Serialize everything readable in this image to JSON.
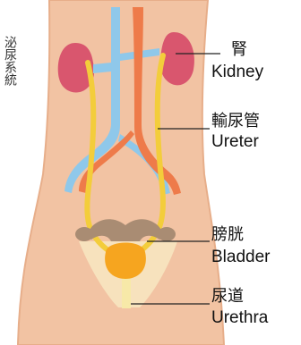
{
  "labels": {
    "kidney": {
      "zh": "腎",
      "en": "Kidney"
    },
    "ureter": {
      "zh": "輸尿管",
      "en": "Ureter"
    },
    "bladder": {
      "zh": "膀胱",
      "en": "Bladder"
    },
    "urethra": {
      "zh": "尿道",
      "en": "Urethra"
    }
  },
  "side_text": "泌尿系統",
  "colors": {
    "skin": "#f2c3a3",
    "skin_outline": "#e7ae8a",
    "kidney": "#d9566e",
    "vein": "#8fc8ea",
    "artery": "#ee7b4a",
    "ureter": "#f3cd3b",
    "bladder": "#f6a51f",
    "uterus": "#a98c73"
  }
}
